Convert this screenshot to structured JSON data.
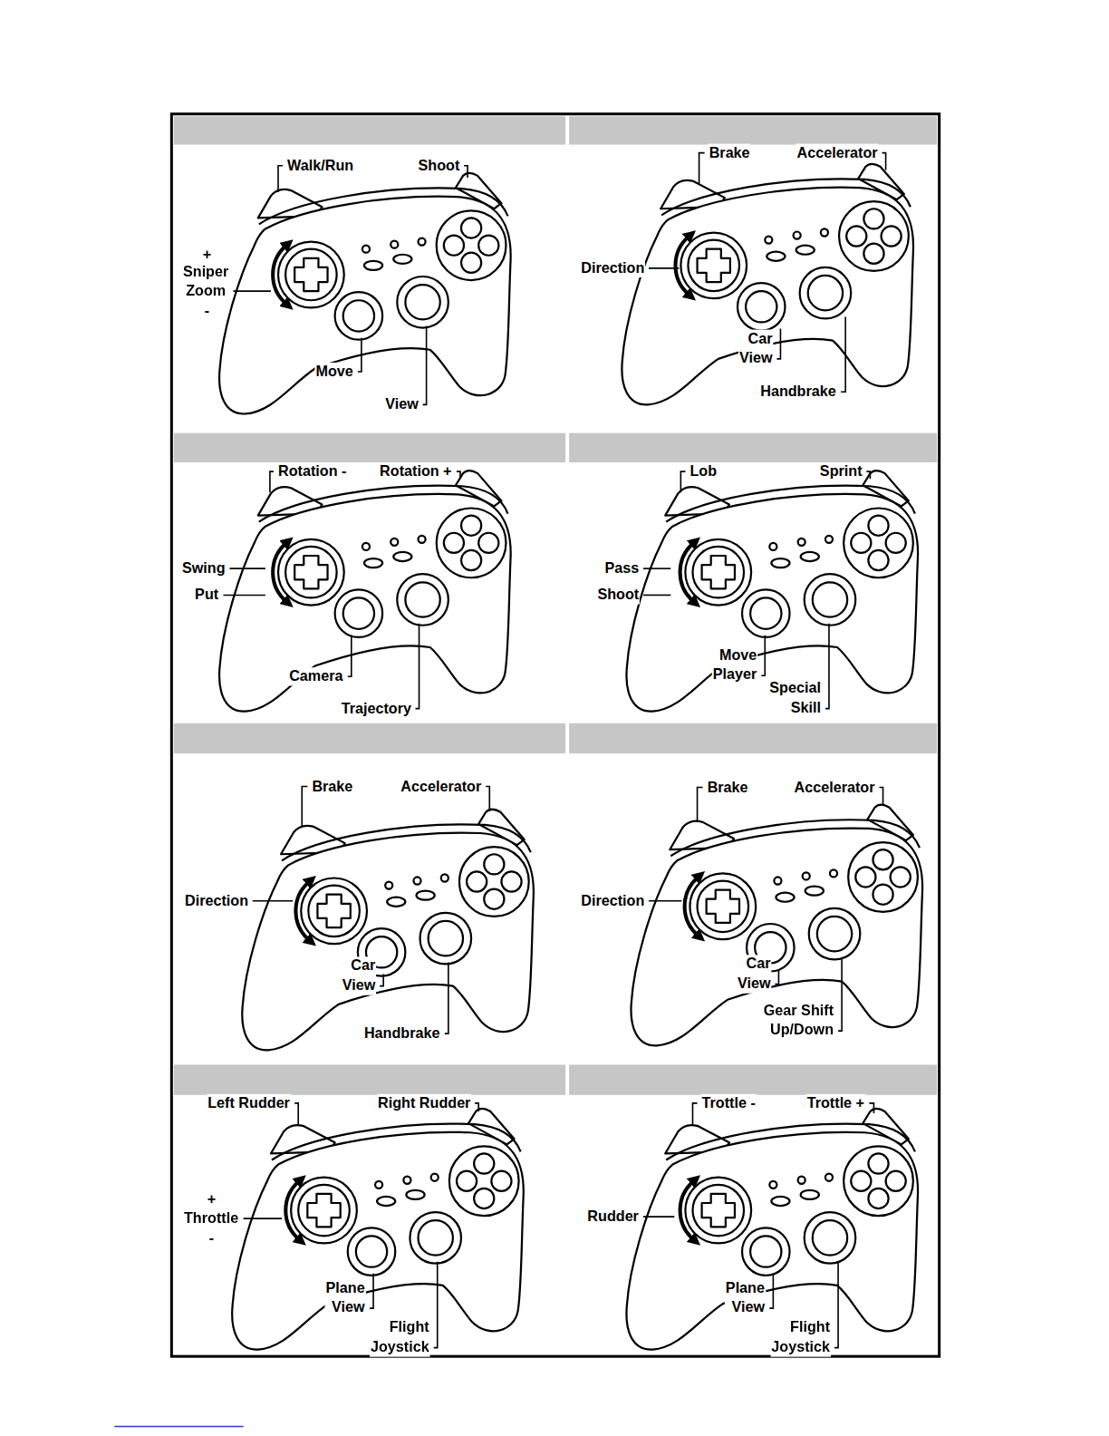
{
  "diagram": {
    "labels": [
      "Walk/Run",
      "Shoot",
      "+",
      "Sniper Zoom",
      "-",
      "Move",
      "View",
      "Brake",
      "Accelerator",
      "Direction",
      "Car View",
      "Handbrake",
      "Rotation -",
      "Rotation +",
      "Swing",
      "Put",
      "Camera",
      "Trajectory",
      "Lob",
      "Sprint",
      "Pass",
      "Shoot",
      "Move Player",
      "Special Skill",
      "Brake",
      "Accelerator",
      "Direction",
      "Car View",
      "Handbrake",
      "Brake",
      "Accelerator",
      "Direction",
      "Car View",
      "Gear Shift Up/Down",
      "Left Rudder",
      "Right Rudder",
      "+",
      "Throttle",
      "-",
      "Plane View",
      "Flight Joystick",
      "Trottle -",
      "Trottle +",
      "Rudder",
      "Plane View",
      "Flight Joystick"
    ]
  }
}
